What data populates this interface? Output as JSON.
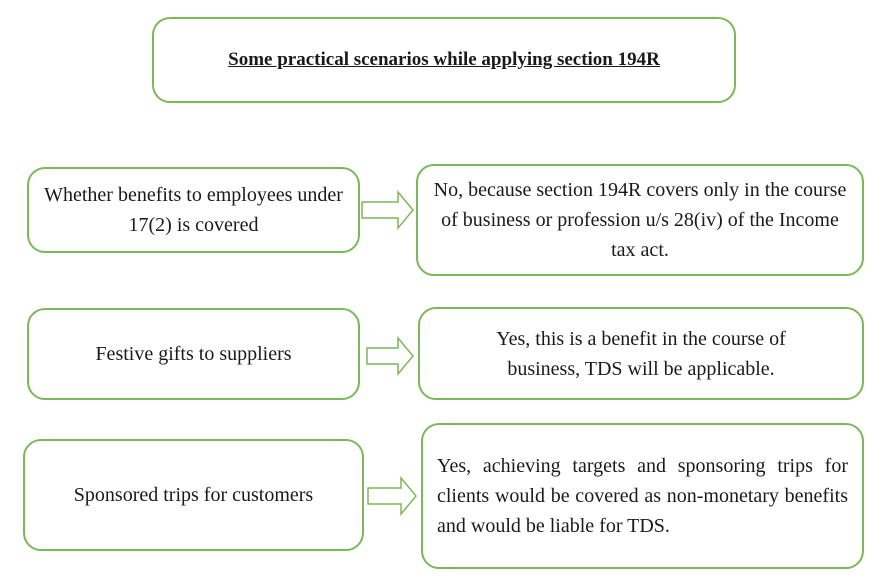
{
  "title": "Some practical scenarios while applying section 194R",
  "scenarios": [
    {
      "question": "Whether benefits to employees under 17(2) is covered",
      "answer": "No, because section 194R covers only in the course of business or profession u/s 28(iv) of the Income tax act."
    },
    {
      "question": "Festive gifts to suppliers",
      "answer": "Yes, this is a benefit in the course of business, TDS will be applicable."
    },
    {
      "question": "Sponsored trips for customers",
      "answer": "Yes, achieving targets and sponsoring trips for clients would be covered as non-monetary benefits and would be liable for TDS."
    }
  ],
  "colors": {
    "border": "#7cb85a"
  }
}
